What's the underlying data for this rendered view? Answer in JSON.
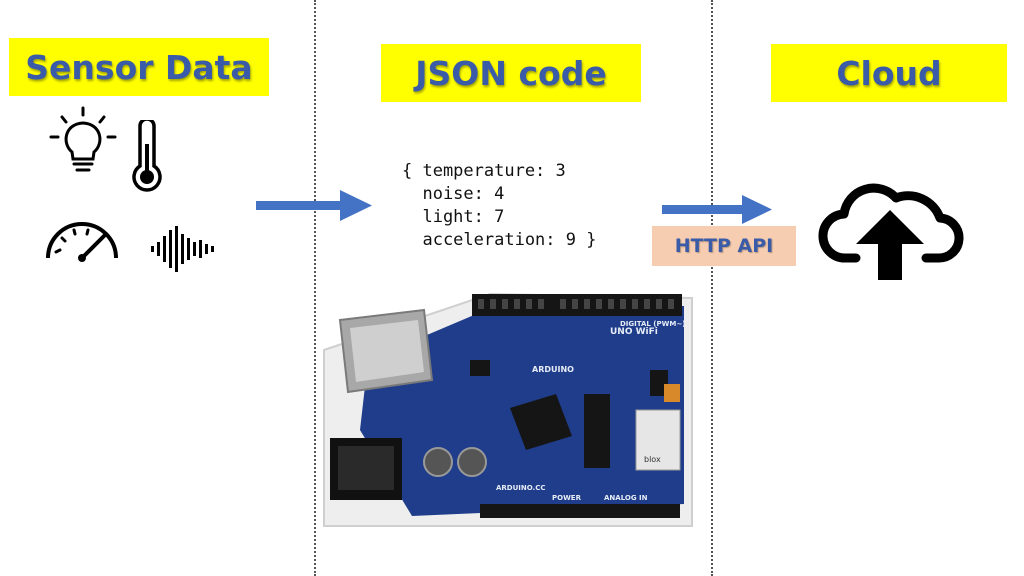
{
  "columns": {
    "sensor": {
      "title": "Sensor Data",
      "icons": [
        "lightbulb-icon",
        "thermometer-icon",
        "speedometer-icon",
        "sound-wave-icon"
      ]
    },
    "json": {
      "title": "JSON code",
      "code_lines": [
        "{ temperature: 3",
        "  noise: 4",
        "  light: 7",
        "  acceleration: 9 }"
      ]
    },
    "cloud": {
      "title": "Cloud",
      "icon": "cloud-upload-icon"
    }
  },
  "connector": {
    "label": "HTTP API"
  },
  "board": {
    "brand": "ARDUINO",
    "model": "UNO WiFi",
    "site": "ARDUINO.CC",
    "header_labels": [
      "DIGITAL (PWM~)",
      "POWER",
      "ANALOG IN"
    ],
    "module_brand": "blox"
  },
  "colors": {
    "banner": "#ffff00",
    "banner_text": "#3a5ba8",
    "arrow": "#4472c4",
    "http_badge": "#f6cdb0",
    "board": "#1f3d8a"
  }
}
